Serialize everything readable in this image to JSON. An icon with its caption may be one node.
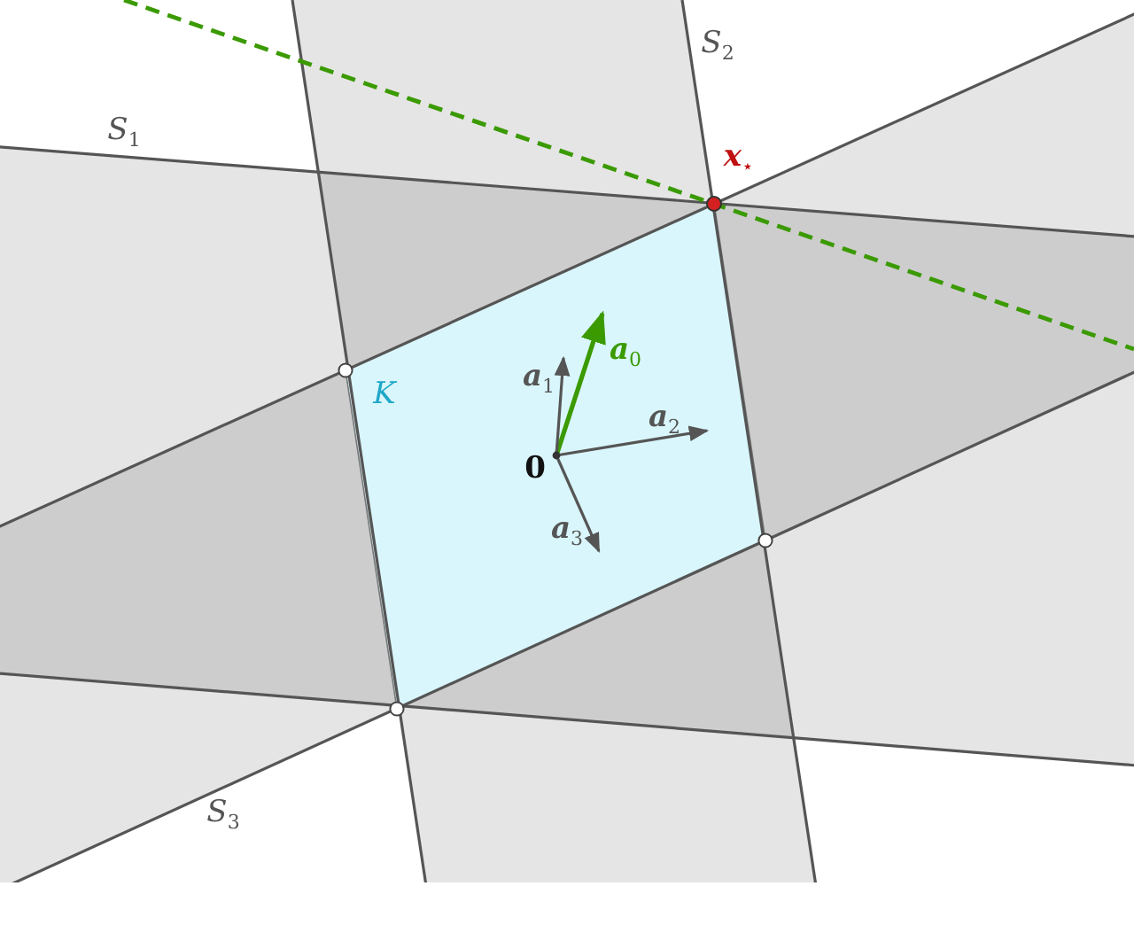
{
  "diagram": {
    "labels": [
      "S$_{1}$",
      "S$_{2}$",
      "x$_{⋆}$",
      "a$_{0}$",
      "a$_{1}$",
      "K",
      "a$_{2}$",
      "0",
      "a$_{3}$",
      "S$_{3}$"
    ]
  }
}
